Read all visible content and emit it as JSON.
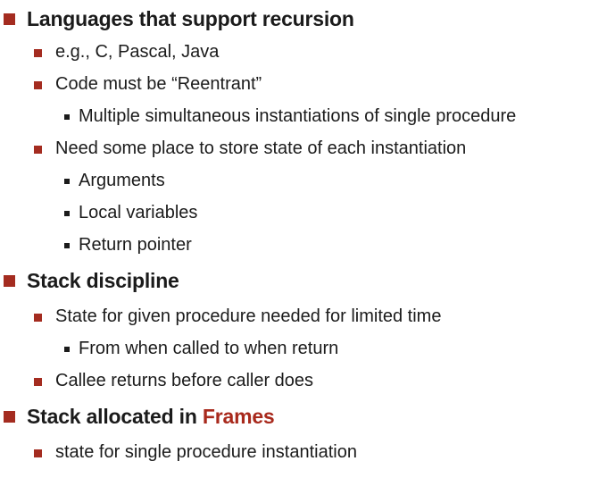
{
  "slide": {
    "colors": {
      "background": "#ffffff",
      "text": "#1b1b1b",
      "bullet_red": "#a42c20",
      "highlight_red": "#a8291c"
    },
    "items": [
      {
        "level": 1,
        "text": "Languages that support recursion"
      },
      {
        "level": 2,
        "text": "e.g., C, Pascal, Java"
      },
      {
        "level": 2,
        "text": "Code must be “Reentrant”"
      },
      {
        "level": 3,
        "text": "Multiple simultaneous instantiations of single procedure"
      },
      {
        "level": 2,
        "text": "Need some place to store state of each instantiation"
      },
      {
        "level": 3,
        "text": "Arguments"
      },
      {
        "level": 3,
        "text": "Local variables"
      },
      {
        "level": 3,
        "text": "Return pointer"
      },
      {
        "level": 1,
        "text": "Stack discipline"
      },
      {
        "level": 2,
        "text": "State for given procedure needed for limited time"
      },
      {
        "level": 3,
        "text": "From when called to when return"
      },
      {
        "level": 2,
        "text": "Callee returns before caller does"
      },
      {
        "level": 1,
        "text": "Stack allocated in ",
        "highlight": "Frames"
      },
      {
        "level": 2,
        "text": "state for single procedure instantiation"
      }
    ]
  }
}
